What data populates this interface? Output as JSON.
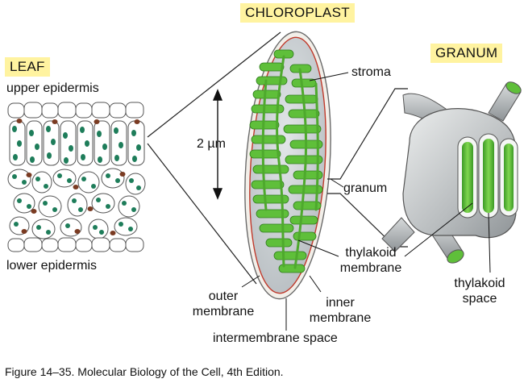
{
  "titles": {
    "chloroplast": "CHLOROPLAST",
    "leaf": "LEAF",
    "granum": "GRANUM"
  },
  "labels": {
    "upper_epidermis": "upper epidermis",
    "lower_epidermis": "lower epidermis",
    "scale": "2 µm",
    "stroma": "stroma",
    "granum": "granum",
    "thylakoid_membrane": "thylakoid\nmembrane",
    "outer_membrane": "outer\nmembrane",
    "inner_membrane": "inner\nmembrane",
    "intermembrane_space": "intermembrane space",
    "thylakoid_space": "thylakoid\nspace"
  },
  "caption": "Figure 14–35. Molecular Biology of the Cell, 4th Edition.",
  "colors": {
    "title_highlight": "#fff3a0",
    "chlorophyll_green": "#1e7d5a",
    "thylakoid_green": "#5fbf3a",
    "stroma_gray": "#c9ced1",
    "membrane_red": "#c0392b",
    "nucleus_brown": "#7a3b22"
  }
}
